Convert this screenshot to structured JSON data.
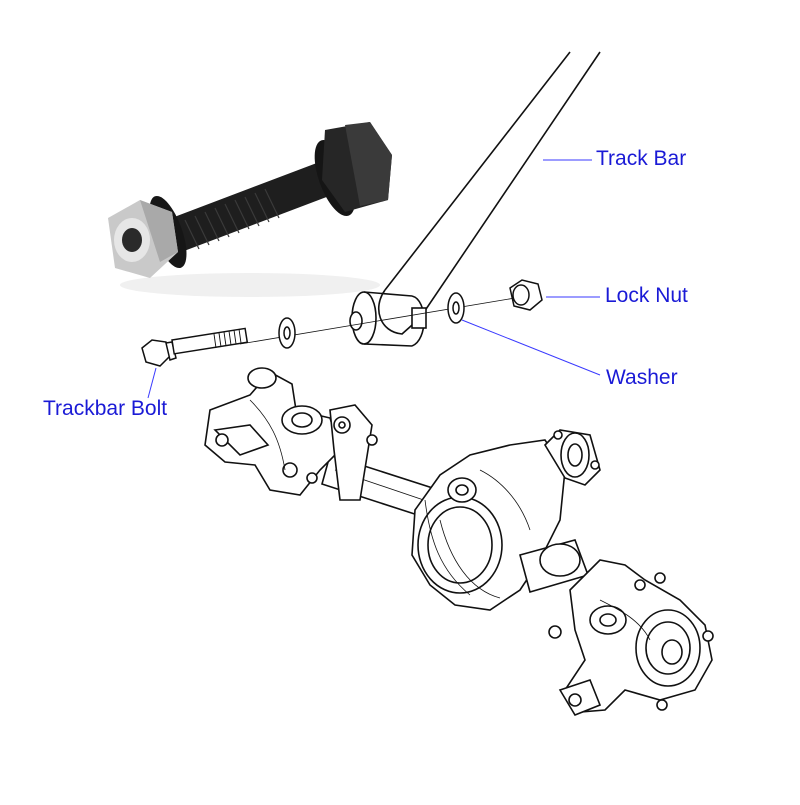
{
  "labels": {
    "track_bar": "Track Bar",
    "lock_nut": "Lock Nut",
    "washer": "Washer",
    "trackbar_bolt": "Trackbar Bolt"
  },
  "colors": {
    "label_text": "#1a1ad6",
    "leader_line": "#3a3aff",
    "line_art": "#111111",
    "bolt_black": "#1c1c1c",
    "nut_silver": "#c8c8c8"
  }
}
